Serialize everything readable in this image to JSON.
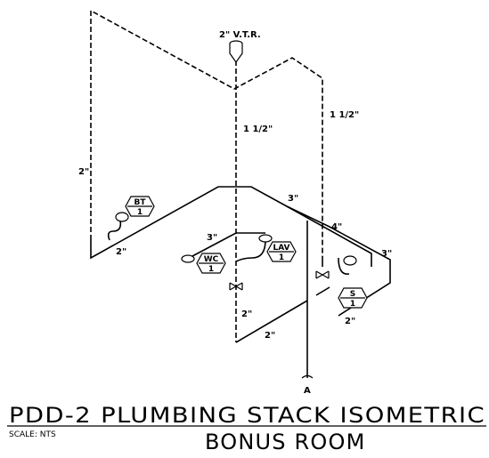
{
  "labels": {
    "vtr": "2\" V.T.R.",
    "stack_left": "1 1/2\"",
    "stack_right": "1 1/2\"",
    "vent_vertical": "2\"",
    "bt_drain": "2\"",
    "main_top": "3\"",
    "wc_branch": "3\"",
    "main_right": "4\"",
    "right_end": "3\"",
    "stack_bottom": "2\"",
    "lower_branch": "2\"",
    "sink_branch": "2\"",
    "section_marker": "A"
  },
  "fixtures": [
    {
      "code": "BT",
      "num": "1"
    },
    {
      "code": "WC",
      "num": "1"
    },
    {
      "code": "LAV",
      "num": "1"
    },
    {
      "code": "S",
      "num": "1"
    }
  ],
  "title": {
    "main": "PDD-2  PLUMBING STACK ISOMETRIC",
    "sub": "BONUS ROOM",
    "scale": "SCALE: NTS"
  }
}
